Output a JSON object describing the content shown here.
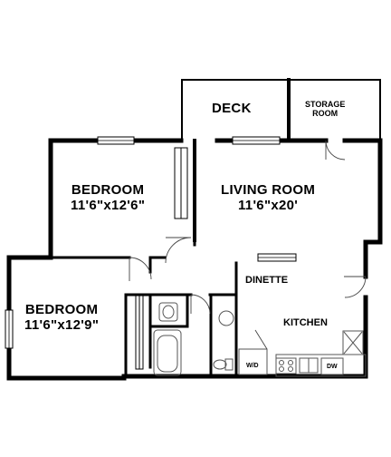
{
  "rooms": {
    "deck": {
      "name": "DECK"
    },
    "storage": {
      "line1": "STORAGE",
      "line2": "ROOM"
    },
    "bedroom1": {
      "name": "BEDROOM",
      "size": "11'6\"x12'6\""
    },
    "living": {
      "name": "LIVING ROOM",
      "size": "11'6\"x20'"
    },
    "bedroom2": {
      "name": "BEDROOM",
      "size": "11'6\"x12'9\""
    },
    "dinette": {
      "name": "DINETTE"
    },
    "kitchen": {
      "name": "KITCHEN"
    }
  },
  "appliances": {
    "washer_dryer": "W/D",
    "dishwasher": "DW"
  },
  "colors": {
    "wall": "#000000",
    "fixture": "#555555",
    "background": "#ffffff"
  }
}
